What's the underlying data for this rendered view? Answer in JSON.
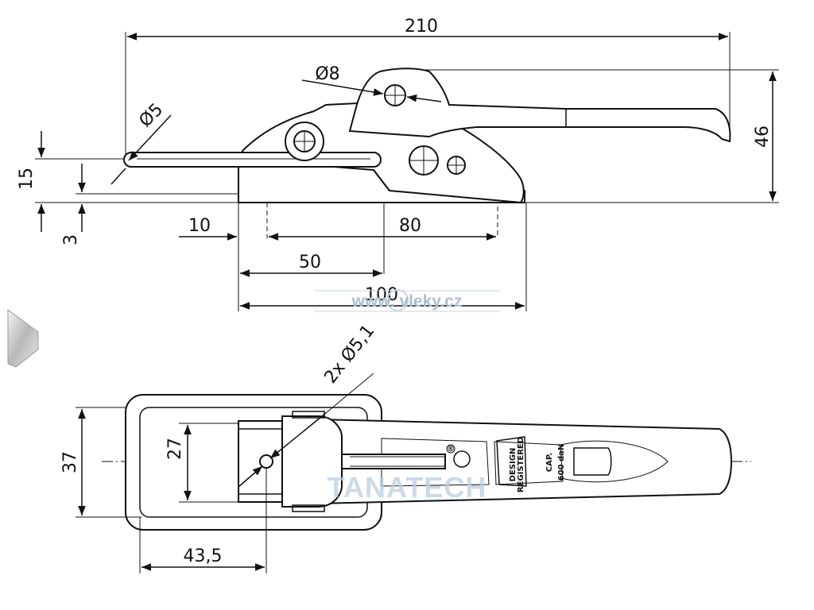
{
  "side_view": {
    "dim_overall_length": "210",
    "dim_height": "46",
    "dim_latch_height": "15",
    "dim_base_thickness": "3",
    "dim_hole_diameter_small": "Ø5",
    "dim_pivot_diameter": "Ø8",
    "dim_offset_10": "10",
    "dim_span_80": "80",
    "dim_span_50": "50",
    "dim_base_length": "100"
  },
  "top_view": {
    "dim_width": "37",
    "dim_inner_width": "27",
    "dim_holes": "2x Ø5,1",
    "dim_length_43_5": "43,5",
    "label_design": "DESIGN",
    "label_registered": "REGISTERED",
    "label_capacity": "CAP.",
    "label_load": "600 daN",
    "label_trademark": "®"
  },
  "watermarks": {
    "site": "www.   vleky.cz",
    "brand": "TANATECH"
  }
}
